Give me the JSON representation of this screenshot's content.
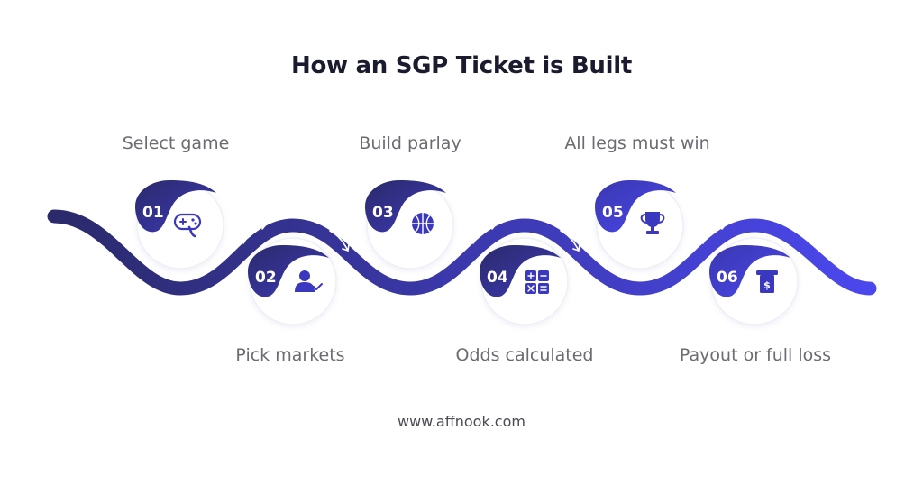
{
  "title": "How an SGP Ticket is Built",
  "steps": [
    {
      "number": "01",
      "label": "Select game",
      "icon": "gamepad-icon"
    },
    {
      "number": "02",
      "label": "Pick markets",
      "icon": "user-check-icon"
    },
    {
      "number": "03",
      "label": "Build parlay",
      "icon": "basketball-icon"
    },
    {
      "number": "04",
      "label": "Odds calculated",
      "icon": "calculator-icon"
    },
    {
      "number": "05",
      "label": "All legs must win",
      "icon": "trophy-icon"
    },
    {
      "number": "06",
      "label": "Payout or full loss",
      "icon": "atm-cash-icon"
    }
  ],
  "footer": "www.affnook.com",
  "colors": {
    "wave_start": "#2b2a6b",
    "wave_end": "#4b47ee",
    "text": "#1b1b2f",
    "label": "#6b6b72"
  }
}
